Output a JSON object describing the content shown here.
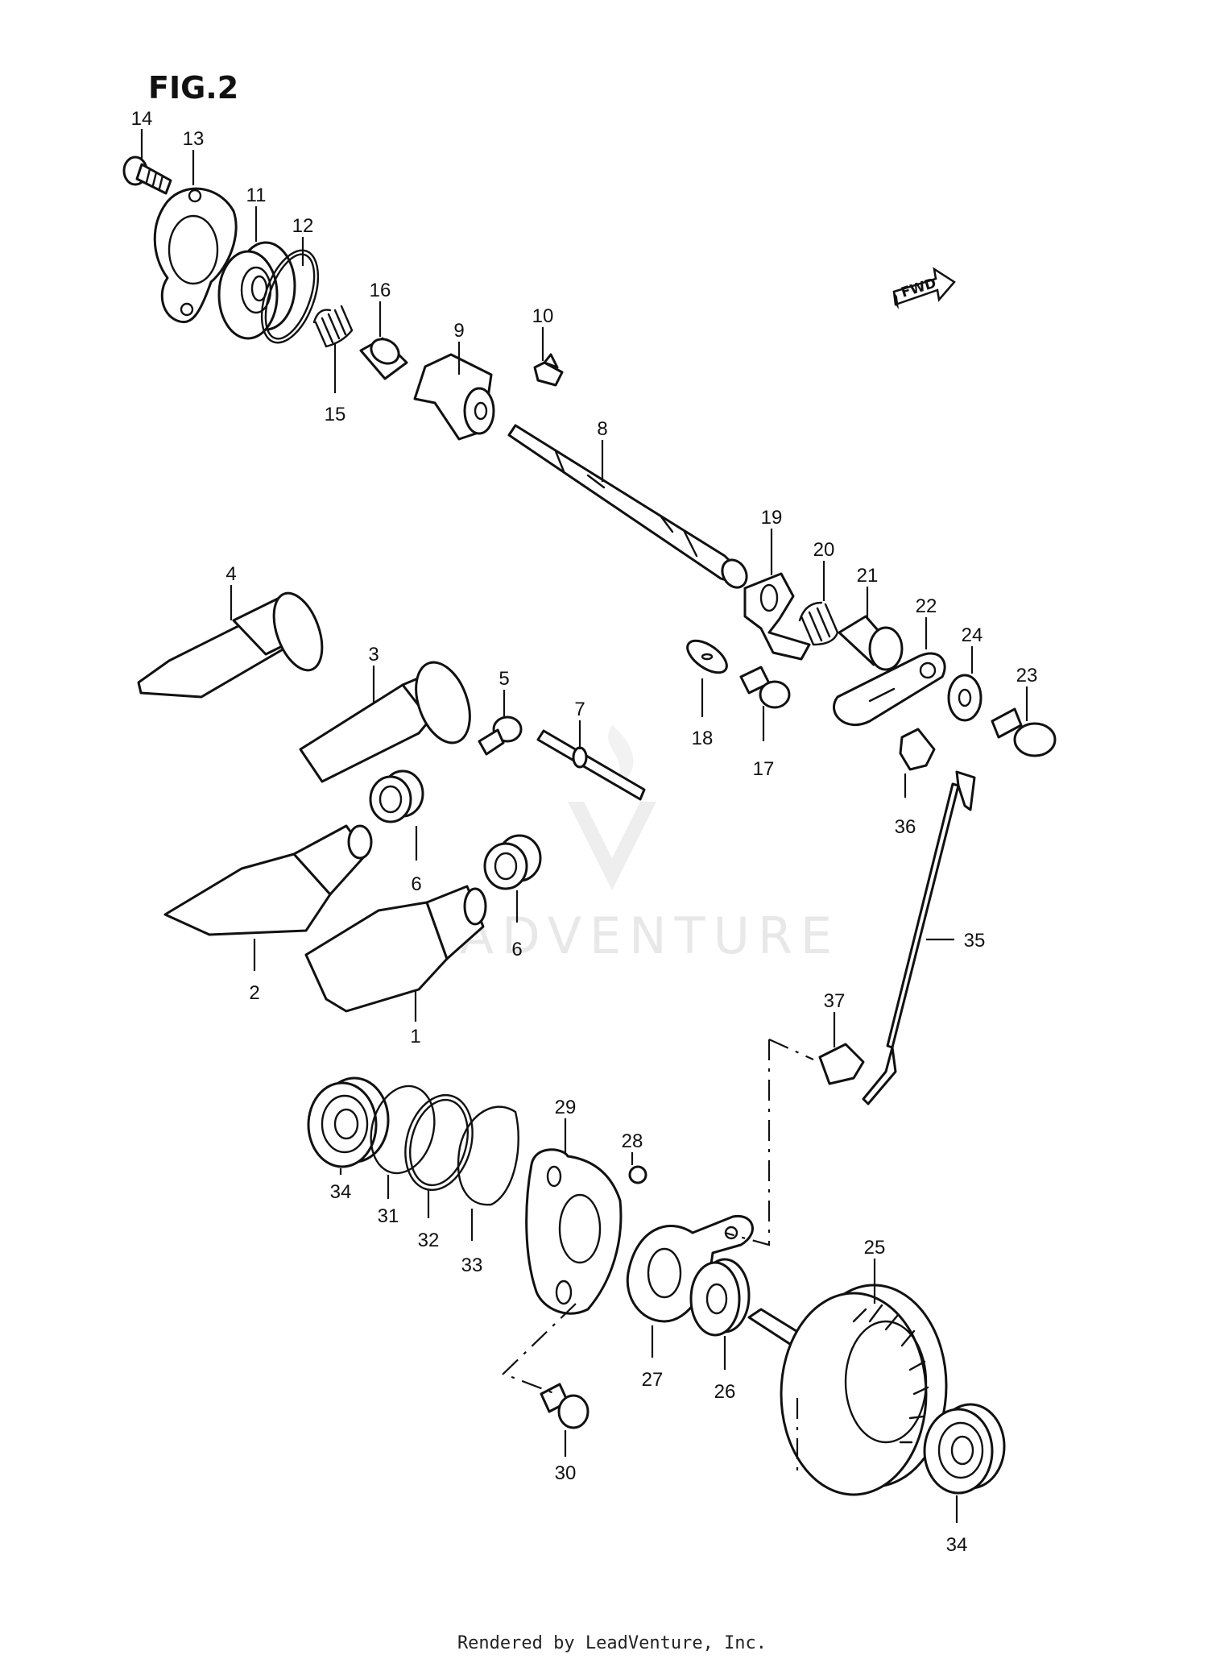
{
  "figure": {
    "title": "FIG.2"
  },
  "fwd_marker": {
    "text": "FWD"
  },
  "watermark": {
    "text": "LEADVENTURE"
  },
  "footer": {
    "text": "Rendered by LeadVenture, Inc."
  },
  "callouts": {
    "c1": "1",
    "c2": "2",
    "c3": "3",
    "c4": "4",
    "c5": "5",
    "c6a": "6",
    "c6b": "6",
    "c7": "7",
    "c8": "8",
    "c9": "9",
    "c10": "10",
    "c11": "11",
    "c12": "12",
    "c13": "13",
    "c14": "14",
    "c15": "15",
    "c16": "16",
    "c17": "17",
    "c18": "18",
    "c19": "19",
    "c20": "20",
    "c21": "21",
    "c22": "22",
    "c23": "23",
    "c24": "24",
    "c25": "25",
    "c26": "26",
    "c27": "27",
    "c28": "28",
    "c29": "29",
    "c30": "30",
    "c31": "31",
    "c32": "32",
    "c33": "33",
    "c34a": "34",
    "c34b": "34",
    "c35": "35",
    "c36": "36",
    "c37": "37"
  }
}
